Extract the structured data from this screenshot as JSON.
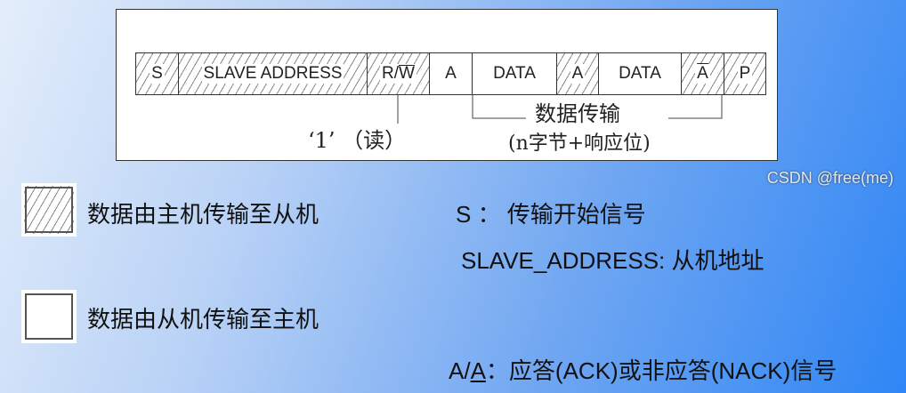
{
  "frame": {
    "cells": [
      {
        "label": "S",
        "hatched": true
      },
      {
        "label": "SLAVE ADDRESS",
        "hatched": true
      },
      {
        "label": "R/W",
        "hatched": true
      },
      {
        "label": "A",
        "hatched": false
      },
      {
        "label": "DATA",
        "hatched": false
      },
      {
        "label": "A",
        "hatched": true
      },
      {
        "label": "DATA",
        "hatched": false
      },
      {
        "label": "A",
        "hatched": true,
        "overline": true
      },
      {
        "label": "P",
        "hatched": true
      }
    ],
    "rw_note": "‘1’ （读）",
    "data_note": "数据传输",
    "data_note2": "(n字节+响应位)"
  },
  "legend": {
    "hatched": "数据由主机传输至从机",
    "plain": "数据由从机传输至主机"
  },
  "defs": {
    "s": "S ： 传输开始信号",
    "addr": "SLAVE_ADDRESS: 从机地址",
    "ack_prefix": "A/",
    "ack_a": "A",
    "ack_rest": "：应答(ACK)或非应答(NACK)信号"
  },
  "watermark": "CSDN @free(me)"
}
